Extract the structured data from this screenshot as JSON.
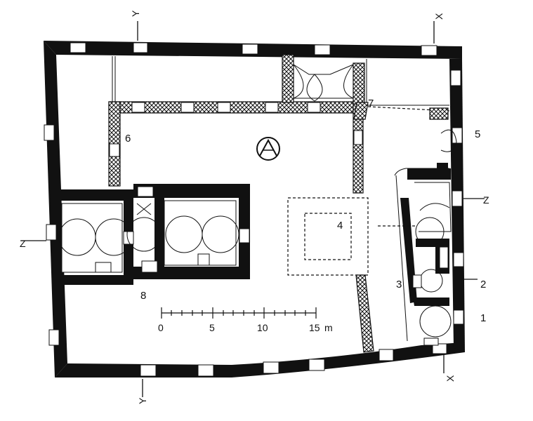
{
  "labels": {
    "l1": "1",
    "l2": "2",
    "l3": "3",
    "l4": "4",
    "l5": "5",
    "l6": "6",
    "l7": "7",
    "l8": "8"
  },
  "section_marks": {
    "y_top": "Y",
    "y_bottom": "Y",
    "x_top": "X",
    "x_bottom": "X",
    "z_left": "Z",
    "z_right": "Z"
  },
  "scale": {
    "ticks": [
      "0",
      "5",
      "10",
      "15"
    ],
    "unit": "m"
  }
}
